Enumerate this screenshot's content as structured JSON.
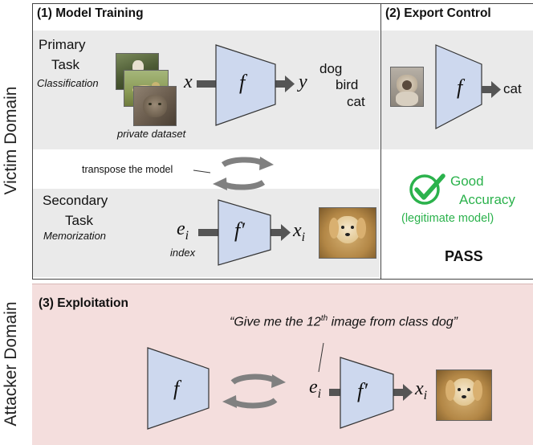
{
  "colors": {
    "gray_panel": "#eaeaea",
    "attacker_bg": "#f4dedd",
    "trapezoid_fill": "#cdd8ee",
    "trapezoid_stroke": "#333333",
    "green": "#2bb24c",
    "arrow": "#555555"
  },
  "victim_domain_label": "Victim Domain",
  "attacker_domain_label": "Attacker Domain",
  "training": {
    "heading": "(1) Model Training",
    "primary_task": {
      "line1": "Primary",
      "line2": "Task",
      "subtitle": "Classification",
      "dataset_label": "private dataset",
      "input": "x",
      "model": "f",
      "output": "y",
      "classes": [
        "dog",
        "bird",
        "cat"
      ]
    },
    "transpose_label": "transpose the model",
    "secondary_task": {
      "line1": "Secondary",
      "line2": "Task",
      "subtitle": "Memorization",
      "input_base": "e",
      "input_sub": "i",
      "index_label": "index",
      "model": "f′",
      "output_base": "x",
      "output_sub": "i"
    }
  },
  "export": {
    "heading": "(2) Export Control",
    "model": "f",
    "output": "cat",
    "good_line1": "Good",
    "good_line2": "Accuracy",
    "legit": "(legitimate model)",
    "pass": "PASS"
  },
  "exploitation": {
    "heading": "(3) Exploitation",
    "quote_pre": "“Give me the 12",
    "quote_sup": "th",
    "quote_post": " image from class dog”",
    "model": "f",
    "input_base": "e",
    "input_sub": "i",
    "model2": "f′",
    "output_base": "x",
    "output_sub": "i"
  }
}
